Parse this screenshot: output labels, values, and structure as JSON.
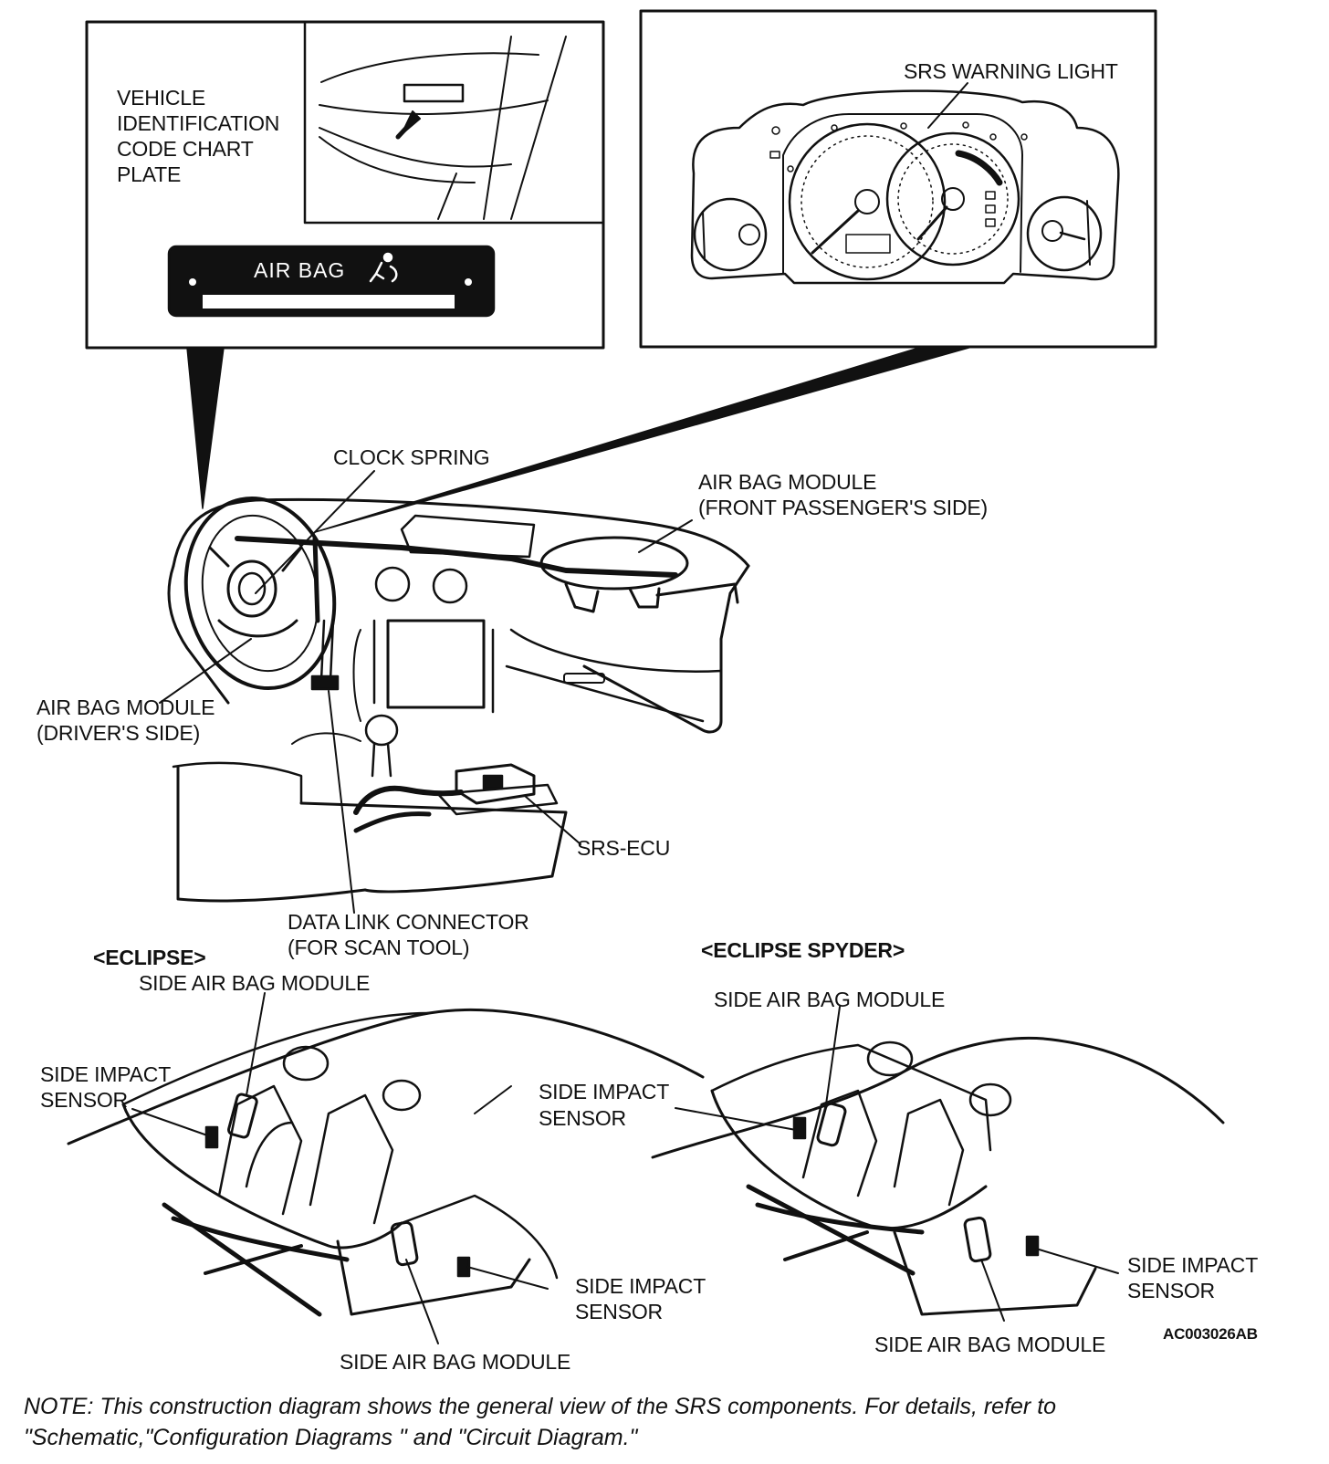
{
  "callout_vin": {
    "label": [
      "VEHICLE",
      "IDENTIFICATION",
      "CODE CHART",
      "PLATE"
    ],
    "plate_text": "AIR BAG"
  },
  "callout_cluster": {
    "label": "SRS WARNING LIGHT"
  },
  "dashboard": {
    "clock_spring": "CLOCK SPRING",
    "passenger_module": [
      "AIR BAG MODULE",
      "(FRONT PASSENGER'S SIDE)"
    ],
    "driver_module": [
      "AIR BAG MODULE",
      "(DRIVER'S SIDE)"
    ],
    "srs_ecu": "SRS-ECU",
    "data_link": [
      "DATA LINK CONNECTOR",
      "(FOR SCAN TOOL)"
    ]
  },
  "eclipse": {
    "title": "<ECLIPSE>",
    "side_air_bag_top": "SIDE AIR BAG MODULE",
    "side_impact_left": [
      "SIDE IMPACT",
      "SENSOR"
    ],
    "side_impact_mid": [
      "SIDE IMPACT",
      "SENSOR"
    ],
    "side_impact_right": [
      "SIDE IMPACT",
      "SENSOR"
    ],
    "side_air_bag_bottom": "SIDE AIR BAG MODULE"
  },
  "spyder": {
    "title": "<ECLIPSE SPYDER>",
    "side_air_bag_top": "SIDE AIR BAG MODULE",
    "side_impact_right": [
      "SIDE IMPACT",
      "SENSOR"
    ],
    "side_air_bag_bottom": "SIDE AIR BAG MODULE"
  },
  "figure_code": "AC003026AB",
  "note": {
    "line1": "NOTE: This construction diagram shows the general view of the SRS components. For details, refer to",
    "line2": "\"Schematic,\"Configuration Diagrams \" and \"Circuit Diagram.\""
  },
  "colors": {
    "ink": "#111111",
    "paper": "#ffffff",
    "plate": "#111111"
  }
}
